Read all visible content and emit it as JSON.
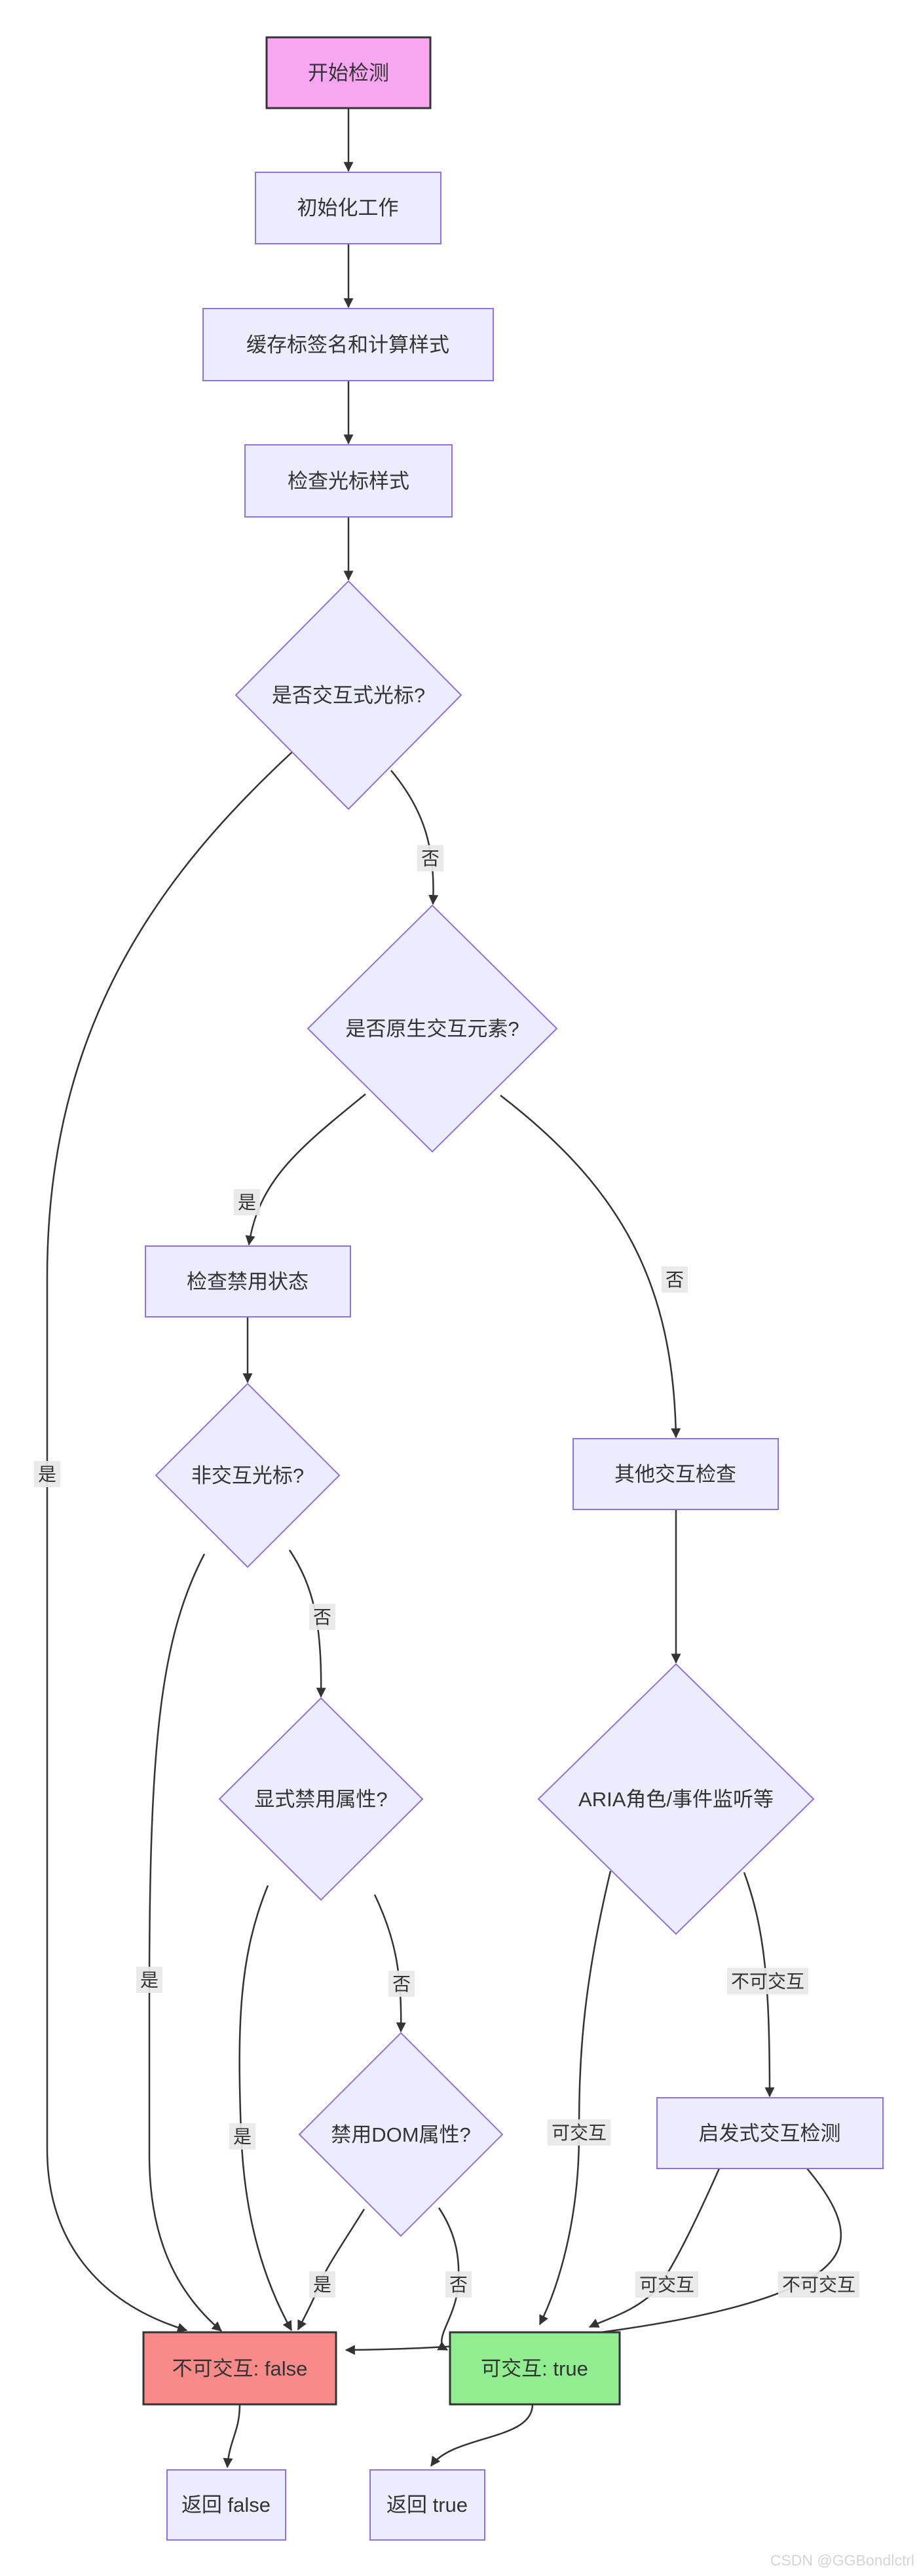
{
  "watermark": "CSDN @GGBondlctrl",
  "colors": {
    "edge": "#333333",
    "node_fill": "#ECECFF",
    "node_border": "#9370DB",
    "strong_border": "#343434",
    "start_fill": "#f9a6f2",
    "fail_fill": "#f98a8a",
    "success_fill": "#90ee90",
    "label_bg": "#e8e8e8",
    "text": "#333333",
    "watermark": "#d5d5d5"
  },
  "nodes": {
    "start": "开始检测",
    "init": "初始化工作",
    "cache": "缓存标签名和计算样式",
    "cursor": "检查光标样式",
    "d_cursor_interactive": "是否交互式光标?",
    "d_native_element": "是否原生交互元素?",
    "check_disabled": "检查禁用状态",
    "d_noninteractive_cursor": "非交互光标?",
    "other_check": "其他交互检查",
    "d_explicit_disabled": "显式禁用属性?",
    "d_aria": "ARIA角色/事件监听等",
    "d_dom_disabled": "禁用DOM属性?",
    "heuristic": "启发式交互检测",
    "fail": "不可交互: false",
    "success": "可交互: true",
    "return_false": "返回 false",
    "return_true": "返回 true"
  },
  "labels": {
    "yes": "是",
    "no": "否",
    "can": "可交互",
    "cannot": "不可交互"
  }
}
